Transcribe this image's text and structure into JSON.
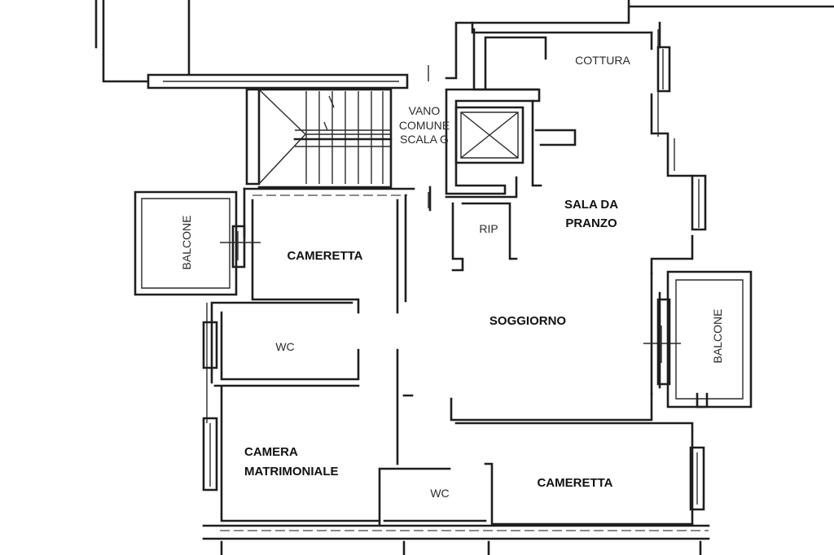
{
  "plan": {
    "rooms": {
      "cottura": "COTTURA",
      "vano_line1": "VANO",
      "vano_line2": "COMUNE",
      "vano_line3": "SCALA G",
      "sala_line1": "SALA DA",
      "sala_line2": "PRANZO",
      "rip": "RIP",
      "balcone_left": "BALCONE",
      "cameretta_top": "CAMERETTA",
      "soggiorno": "SOGGIORNO",
      "balcone_right": "BALCONE",
      "wc_top": "WC",
      "camera_line1": "CAMERA",
      "camera_line2": "MATRIMONIALE",
      "wc_bottom": "WC",
      "cameretta_bottom": "CAMERETTA"
    }
  }
}
